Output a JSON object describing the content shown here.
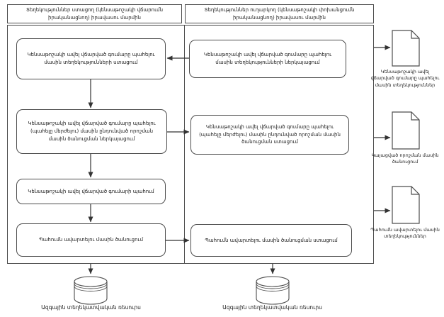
{
  "lanes": {
    "left": {
      "header": "Տեղեկություններ ստացող (կենսաթոշակի վճարումն իրականացնող) իրավասու մարմին"
    },
    "right": {
      "header": "Տեղեկություններ ուղարկող (կենսաթոշակի փոխանցումն իրականացնող) իրավասու մարմին"
    }
  },
  "nodes": {
    "l1": {
      "label": "Կենսաթոշակի ավել վճարված գումարը պահելու մասին տեղեկությունների ստացում"
    },
    "l2": {
      "label": "Կենսաթոշակի ավել վճարված գումարը պահելու (պահելը մերժելու) մասին ընդունված որոշման մասին ծանուցման ներկայացում"
    },
    "l3": {
      "label": "Կենսաթոշակի ավել վճարված գումարի պահում"
    },
    "l4": {
      "label": "Պահումն ավարտելու մասին ծանուցում"
    },
    "r1": {
      "label": "Կենսաթոշակի ավել վճարված գումարը պահելու մասին տեղեկությունների ներկայացում"
    },
    "r2": {
      "label": "Կենսաթոշակի ավել վճարված գումարը պահելու (պահելը մերժելու) մասին ընդունված որոշման մասին ծանուցման ստացում"
    },
    "r4": {
      "label": "Պահումն ավարտելու մասին ծանուցման ստացում"
    }
  },
  "documents": {
    "d1": {
      "label": "Կենսաթոշակի ավել վճարված գումարը պահելու մասին տեղեկություններ"
    },
    "d2": {
      "label": "Կայացված որոշման մասին ծանուցում"
    },
    "d3": {
      "label": "Պահումն ավարտելու մասին տեղեկություններ"
    }
  },
  "databases": {
    "left": {
      "label": "Ազգային տեղեկատվական ռեսուրս"
    },
    "right": {
      "label": "Ազգային տեղեկատվական ռեսուրս"
    }
  },
  "colors": {
    "border": "#4d4d4d",
    "arrow": "#333333",
    "text": "#1a1a1a",
    "background": "#ffffff"
  }
}
